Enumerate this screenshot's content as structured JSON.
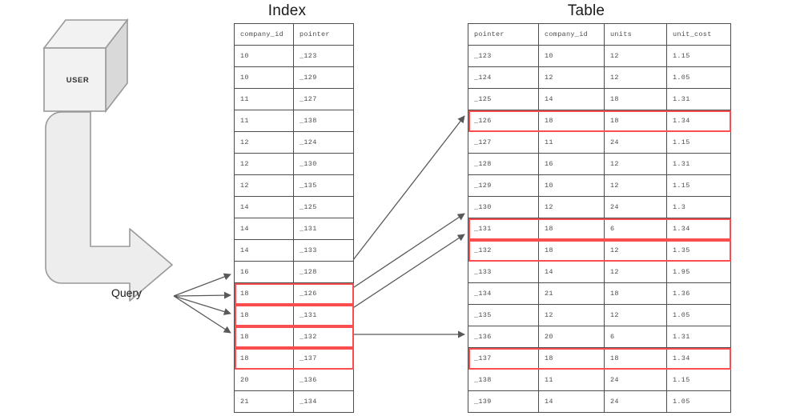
{
  "titles": {
    "index": "Index",
    "table": "Table"
  },
  "actor": {
    "label": "USER",
    "shape": "cube-3d"
  },
  "query": {
    "label": "Query",
    "shape": "bent-block-arrow"
  },
  "colors": {
    "highlight": "#fa4d4d",
    "border": "#4d4d4d",
    "text": "#4d4d4d",
    "title": "#1a1a1a",
    "shape_fill": "#ededed",
    "shape_stroke": "#999999",
    "arrow": "#595959",
    "background": "#ffffff"
  },
  "index_table": {
    "columns": [
      "company_id",
      "pointer"
    ],
    "rows": [
      {
        "company_id": "10",
        "pointer": "_123",
        "highlight": false
      },
      {
        "company_id": "10",
        "pointer": "_129",
        "highlight": false
      },
      {
        "company_id": "11",
        "pointer": "_127",
        "highlight": false
      },
      {
        "company_id": "11",
        "pointer": "_138",
        "highlight": false
      },
      {
        "company_id": "12",
        "pointer": "_124",
        "highlight": false
      },
      {
        "company_id": "12",
        "pointer": "_130",
        "highlight": false
      },
      {
        "company_id": "12",
        "pointer": "_135",
        "highlight": false
      },
      {
        "company_id": "14",
        "pointer": "_125",
        "highlight": false
      },
      {
        "company_id": "14",
        "pointer": "_131",
        "highlight": false
      },
      {
        "company_id": "14",
        "pointer": "_133",
        "highlight": false
      },
      {
        "company_id": "16",
        "pointer": "_128",
        "highlight": false
      },
      {
        "company_id": "18",
        "pointer": "_126",
        "highlight": true
      },
      {
        "company_id": "18",
        "pointer": "_131",
        "highlight": true
      },
      {
        "company_id": "18",
        "pointer": "_132",
        "highlight": true
      },
      {
        "company_id": "18",
        "pointer": "_137",
        "highlight": true
      },
      {
        "company_id": "20",
        "pointer": "_136",
        "highlight": false
      },
      {
        "company_id": "21",
        "pointer": "_134",
        "highlight": false
      }
    ]
  },
  "main_table": {
    "columns": [
      "pointer",
      "company_id",
      "units",
      "unit_cost"
    ],
    "rows": [
      {
        "pointer": "_123",
        "company_id": "10",
        "units": "12",
        "unit_cost": "1.15",
        "highlight": false
      },
      {
        "pointer": "_124",
        "company_id": "12",
        "units": "12",
        "unit_cost": "1.05",
        "highlight": false
      },
      {
        "pointer": "_125",
        "company_id": "14",
        "units": "18",
        "unit_cost": "1.31",
        "highlight": false
      },
      {
        "pointer": "_126",
        "company_id": "18",
        "units": "18",
        "unit_cost": "1.34",
        "highlight": true
      },
      {
        "pointer": "_127",
        "company_id": "11",
        "units": "24",
        "unit_cost": "1.15",
        "highlight": false
      },
      {
        "pointer": "_128",
        "company_id": "16",
        "units": "12",
        "unit_cost": "1.31",
        "highlight": false
      },
      {
        "pointer": "_129",
        "company_id": "10",
        "units": "12",
        "unit_cost": "1.15",
        "highlight": false
      },
      {
        "pointer": "_130",
        "company_id": "12",
        "units": "24",
        "unit_cost": "1.3",
        "highlight": false
      },
      {
        "pointer": "_131",
        "company_id": "18",
        "units": "6",
        "unit_cost": "1.34",
        "highlight": true
      },
      {
        "pointer": "_132",
        "company_id": "18",
        "units": "12",
        "unit_cost": "1.35",
        "highlight": true
      },
      {
        "pointer": "_133",
        "company_id": "14",
        "units": "12",
        "unit_cost": "1.95",
        "highlight": false
      },
      {
        "pointer": "_134",
        "company_id": "21",
        "units": "18",
        "unit_cost": "1.36",
        "highlight": false
      },
      {
        "pointer": "_135",
        "company_id": "12",
        "units": "12",
        "unit_cost": "1.05",
        "highlight": false
      },
      {
        "pointer": "_136",
        "company_id": "20",
        "units": "6",
        "unit_cost": "1.31",
        "highlight": false
      },
      {
        "pointer": "_137",
        "company_id": "18",
        "units": "18",
        "unit_cost": "1.34",
        "highlight": true
      },
      {
        "pointer": "_138",
        "company_id": "11",
        "units": "24",
        "unit_cost": "1.15",
        "highlight": false
      },
      {
        "pointer": "_139",
        "company_id": "14",
        "units": "24",
        "unit_cost": "1.05",
        "highlight": false
      }
    ]
  }
}
